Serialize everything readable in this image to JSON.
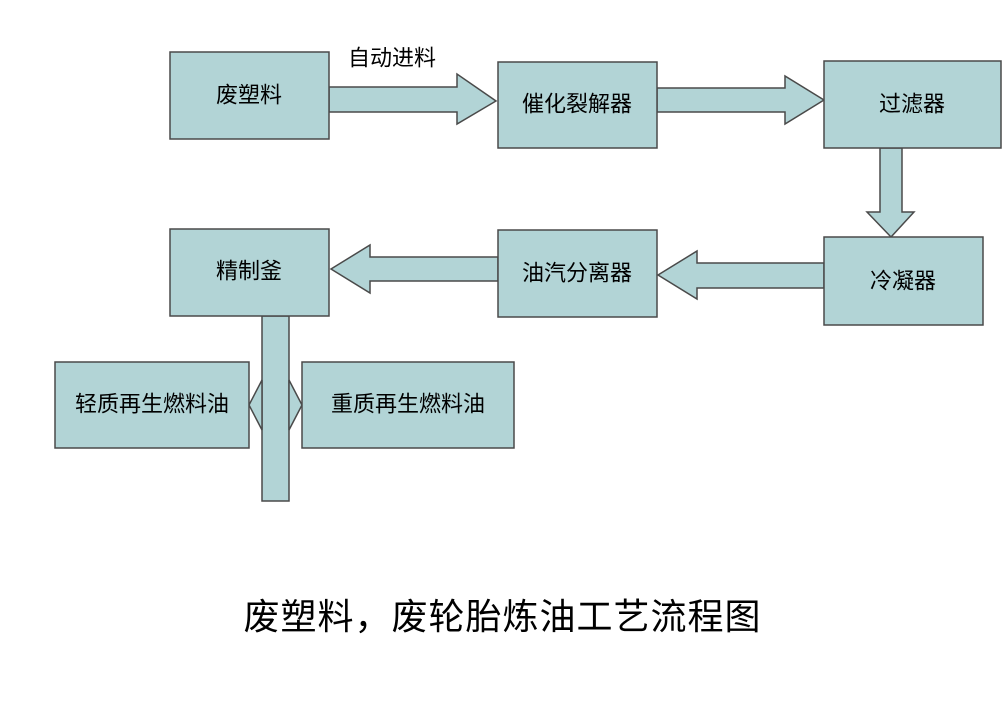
{
  "colors": {
    "box_fill": "#b2d4d6",
    "stroke": "#4a4a4a"
  },
  "nodes": {
    "waste_plastic": "废塑料",
    "catalytic_cracker": "催化裂解器",
    "filter": "过滤器",
    "condenser": "冷凝器",
    "oil_vapor_separator": "油汽分离器",
    "refining_kettle": "精制釜",
    "light_fuel_oil": "轻质再生燃料油",
    "heavy_fuel_oil": "重质再生燃料油"
  },
  "edge_labels": {
    "auto_feed": "自动进料"
  },
  "caption": "废塑料，废轮胎炼油工艺流程图"
}
